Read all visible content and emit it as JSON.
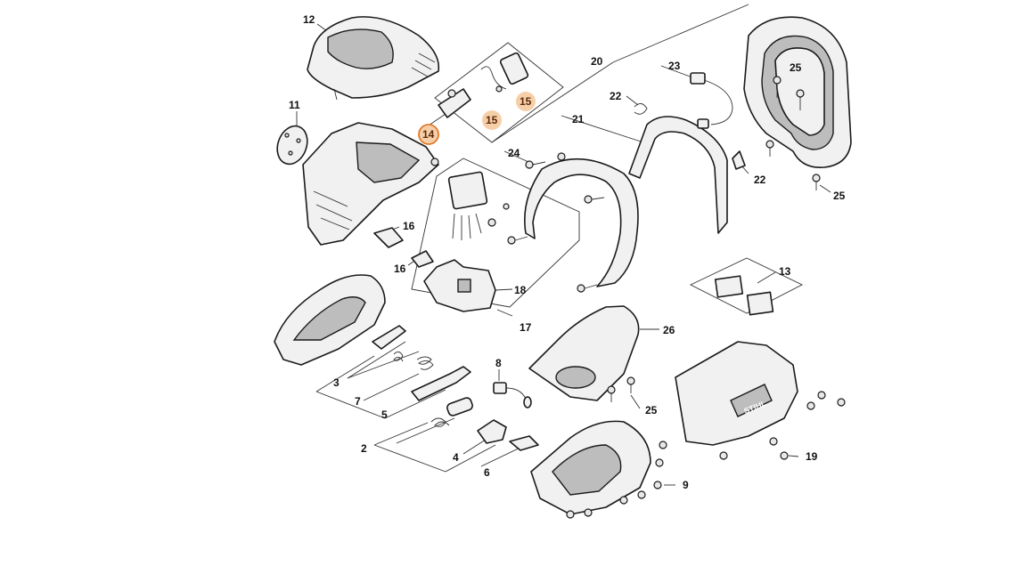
{
  "diagram": {
    "callouts": [
      {
        "id": "12",
        "text": "12"
      },
      {
        "id": "11",
        "text": "11"
      },
      {
        "id": "14",
        "text": "14",
        "highlighted": true
      },
      {
        "id": "15a",
        "text": "15",
        "highlighted": true
      },
      {
        "id": "15b",
        "text": "15",
        "highlighted": true
      },
      {
        "id": "20",
        "text": "20"
      },
      {
        "id": "23",
        "text": "23"
      },
      {
        "id": "22a",
        "text": "22"
      },
      {
        "id": "21",
        "text": "21"
      },
      {
        "id": "24",
        "text": "24"
      },
      {
        "id": "25a",
        "text": "25"
      },
      {
        "id": "25b",
        "text": "25"
      },
      {
        "id": "22b",
        "text": "22"
      },
      {
        "id": "16a",
        "text": "16"
      },
      {
        "id": "16b",
        "text": "16"
      },
      {
        "id": "18",
        "text": "18"
      },
      {
        "id": "17",
        "text": "17"
      },
      {
        "id": "13",
        "text": "13"
      },
      {
        "id": "26",
        "text": "26"
      },
      {
        "id": "8",
        "text": "8"
      },
      {
        "id": "3",
        "text": "3"
      },
      {
        "id": "7",
        "text": "7"
      },
      {
        "id": "5",
        "text": "5"
      },
      {
        "id": "25c",
        "text": "25"
      },
      {
        "id": "2",
        "text": "2"
      },
      {
        "id": "4",
        "text": "4"
      },
      {
        "id": "6",
        "text": "6"
      },
      {
        "id": "19",
        "text": "19"
      },
      {
        "id": "9",
        "text": "9"
      }
    ],
    "brand_text": "STIHL",
    "highlight_color": "#f6cfa9",
    "highlight_ring_color": "#e07a2c"
  }
}
